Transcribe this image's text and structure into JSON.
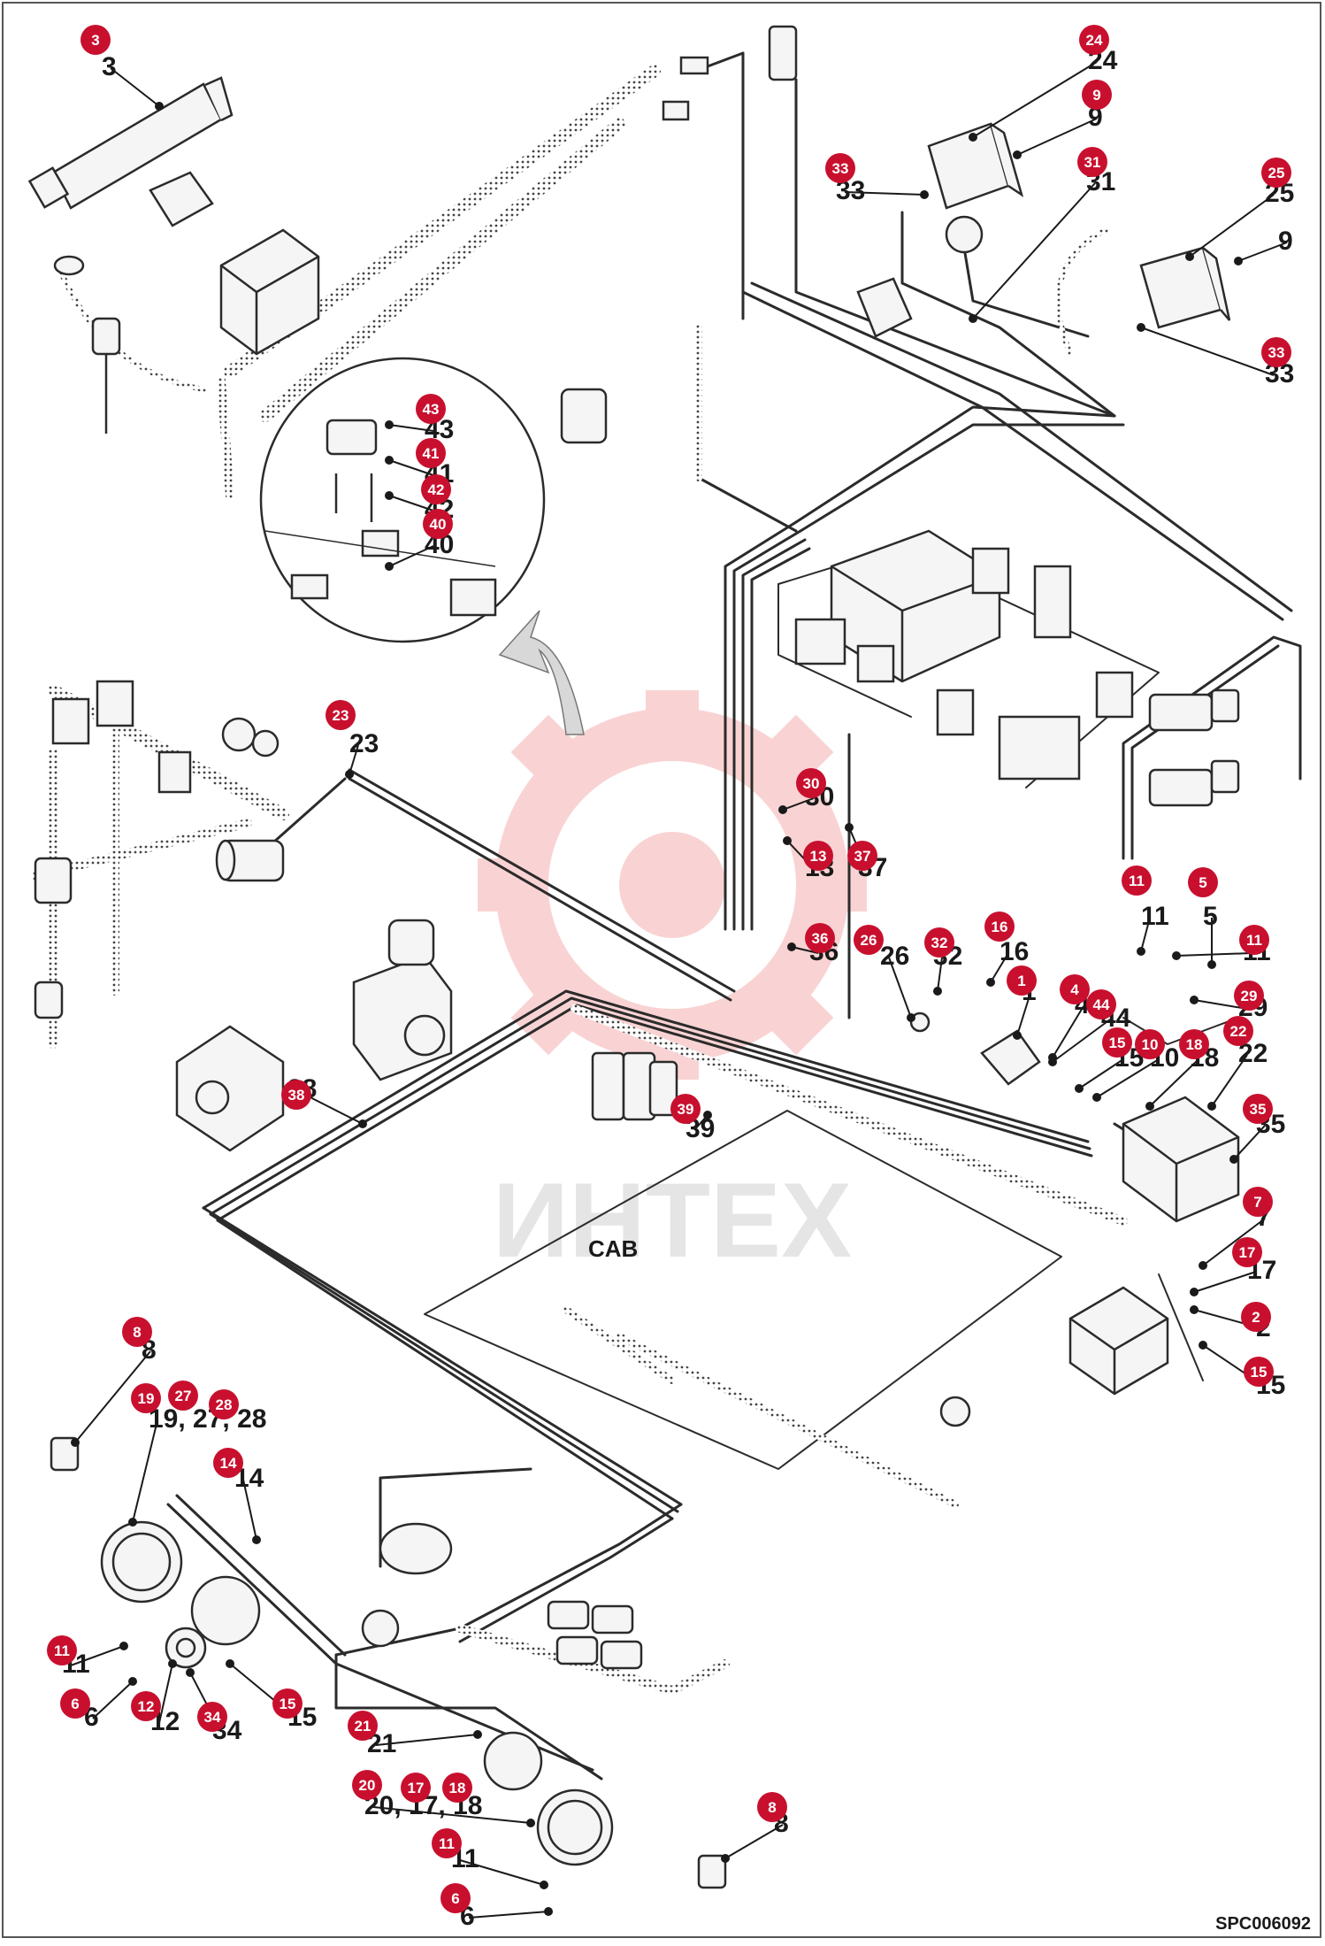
{
  "drawing_code": "SPC006092",
  "cab_label": "CAB",
  "watermark_text": "ИНТЕХ",
  "callouts": [
    {
      "id": "c3",
      "badge": "3",
      "label": "3"
    },
    {
      "id": "c24",
      "badge": "24",
      "label": "24"
    },
    {
      "id": "c9a",
      "badge": "9",
      "label": "9"
    },
    {
      "id": "c33a",
      "badge": "33",
      "label": "33"
    },
    {
      "id": "c31",
      "badge": "31",
      "label": "31"
    },
    {
      "id": "c25",
      "badge": "25",
      "label": "25"
    },
    {
      "id": "c9b",
      "badge": "",
      "label": "9"
    },
    {
      "id": "c33b",
      "badge": "33",
      "label": "33"
    },
    {
      "id": "c43",
      "badge": "43",
      "label": "43"
    },
    {
      "id": "c41",
      "badge": "41",
      "label": "41"
    },
    {
      "id": "c42",
      "badge": "42",
      "label": "42"
    },
    {
      "id": "c40",
      "badge": "40",
      "label": "40"
    },
    {
      "id": "c23",
      "badge": "23",
      "label": "23"
    },
    {
      "id": "c30",
      "badge": "30",
      "label": "30"
    },
    {
      "id": "c13",
      "badge": "13",
      "label": "13"
    },
    {
      "id": "c37",
      "badge": "37",
      "label": "37"
    },
    {
      "id": "c36",
      "badge": "36",
      "label": "36"
    },
    {
      "id": "c26",
      "badge": "26",
      "label": "26"
    },
    {
      "id": "c32",
      "badge": "32",
      "label": "32"
    },
    {
      "id": "c16",
      "badge": "16",
      "label": "16"
    },
    {
      "id": "c1",
      "badge": "1",
      "label": "1"
    },
    {
      "id": "c4",
      "badge": "4",
      "label": "4"
    },
    {
      "id": "c44",
      "badge": "44",
      "label": "44"
    },
    {
      "id": "c15a",
      "badge": "15",
      "label": "15"
    },
    {
      "id": "c10",
      "badge": "10",
      "label": "10"
    },
    {
      "id": "c18a",
      "badge": "18",
      "label": "18"
    },
    {
      "id": "c22",
      "badge": "22",
      "label": "22"
    },
    {
      "id": "c11a",
      "badge": "11",
      "label": "11"
    },
    {
      "id": "c5",
      "badge": "5",
      "label": "5"
    },
    {
      "id": "c11b",
      "badge": "11",
      "label": "11"
    },
    {
      "id": "c29",
      "badge": "29",
      "label": "29"
    },
    {
      "id": "c35",
      "badge": "35",
      "label": "35"
    },
    {
      "id": "c38",
      "badge": "38",
      "label": "38"
    },
    {
      "id": "c39",
      "badge": "39",
      "label": "39"
    },
    {
      "id": "c7",
      "badge": "7",
      "label": "7"
    },
    {
      "id": "c17a",
      "badge": "17",
      "label": "17"
    },
    {
      "id": "c2",
      "badge": "2",
      "label": "2"
    },
    {
      "id": "c15b",
      "badge": "15",
      "label": "15"
    },
    {
      "id": "c8a",
      "badge": "8",
      "label": "8"
    },
    {
      "id": "c19",
      "badge": "19",
      "label": "19, 27, 28"
    },
    {
      "id": "c27",
      "badge": "27",
      "label": ""
    },
    {
      "id": "c28",
      "badge": "28",
      "label": ""
    },
    {
      "id": "c14",
      "badge": "14",
      "label": "14"
    },
    {
      "id": "c11c",
      "badge": "11",
      "label": "11"
    },
    {
      "id": "c6a",
      "badge": "6",
      "label": "6"
    },
    {
      "id": "c12",
      "badge": "12",
      "label": "12"
    },
    {
      "id": "c34",
      "badge": "34",
      "label": "34"
    },
    {
      "id": "c15c",
      "badge": "15",
      "label": "15"
    },
    {
      "id": "c21",
      "badge": "21",
      "label": "21"
    },
    {
      "id": "c20",
      "badge": "20",
      "label": "20, 17, 18"
    },
    {
      "id": "c17b",
      "badge": "17",
      "label": ""
    },
    {
      "id": "c18b",
      "badge": "18",
      "label": ""
    },
    {
      "id": "c8b",
      "badge": "8",
      "label": "8"
    },
    {
      "id": "c11d",
      "badge": "11",
      "label": "11"
    },
    {
      "id": "c6b",
      "badge": "6",
      "label": "6"
    }
  ],
  "colors": {
    "badge": "#c8102e",
    "line": "#2b2b2b",
    "watermark": "#e23a3a"
  }
}
